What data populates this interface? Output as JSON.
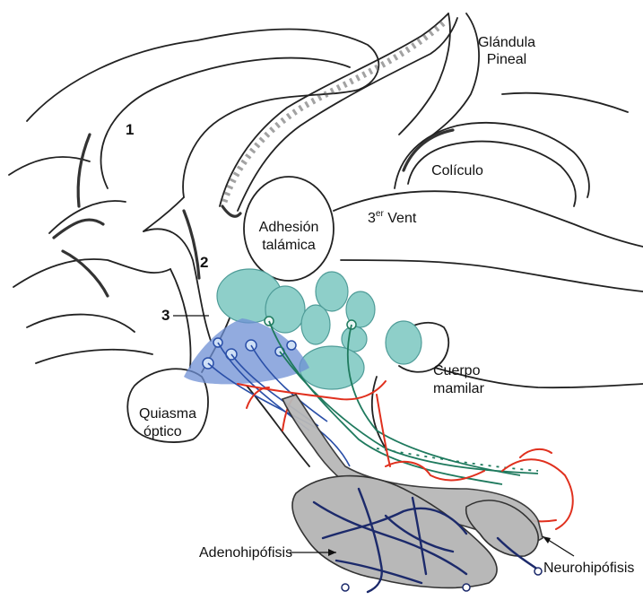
{
  "labels": {
    "pineal": [
      "Glándula",
      "Pineal"
    ],
    "colliculus": "Colículo",
    "thalamic_adhesion": [
      "Adhesión",
      "talámica"
    ],
    "third_ventricle": {
      "prefix": "3",
      "sup": "er",
      "suffix": " Vent"
    },
    "mammillary": [
      "Cuerpo",
      "mamilar"
    ],
    "optic_chiasm": [
      "Quiasma",
      "óptico"
    ],
    "adenohypophysis": "Adenohipófisis",
    "neurohypophysis": "Neurohipófisis",
    "num_1": "1",
    "num_2": "2",
    "num_3": "3"
  },
  "colors": {
    "nuclei": "#8ecfc9",
    "green_axons": "#1f7a5e",
    "blue_axons": "#2a4fa8",
    "arteries": "#e0301e",
    "portal_vessels": "#1c2a6b",
    "gland_fill": "#b8b8b8",
    "outline": "#222222"
  }
}
